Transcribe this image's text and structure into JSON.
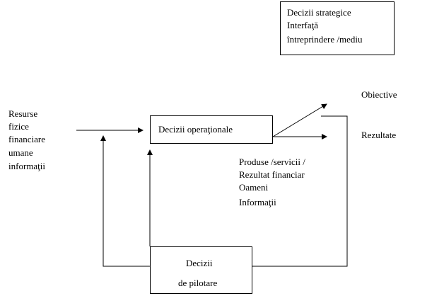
{
  "strategic": {
    "lines": [
      "Decizii strategice",
      "Interfaţă",
      "întreprindere /mediu"
    ]
  },
  "resources": {
    "lines": [
      "Resurse",
      "fizice",
      "financiare",
      "umane",
      "informaţii"
    ]
  },
  "operational": {
    "label": "Decizii operaţionale"
  },
  "objectives": {
    "label": "Obiective"
  },
  "results": {
    "label": "Rezultate"
  },
  "outputs": {
    "lines": [
      "Produse /servicii /",
      "Rezultat financiar",
      "Oameni",
      "Informaţii"
    ]
  },
  "pilot": {
    "lines": [
      "Decizii",
      "de pilotare"
    ]
  },
  "colors": {
    "line": "#000000",
    "background": "#ffffff"
  }
}
